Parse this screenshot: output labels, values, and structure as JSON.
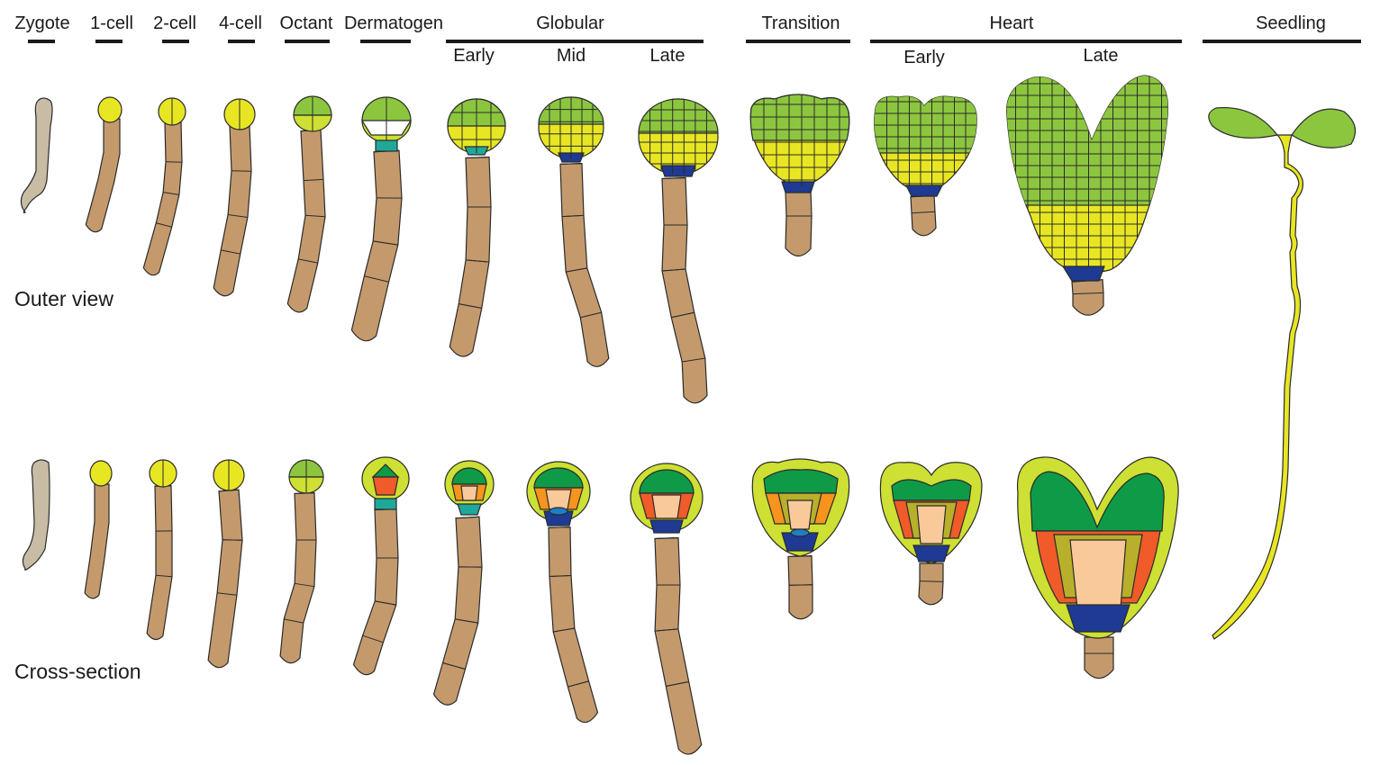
{
  "stages": [
    {
      "id": "zygote",
      "label": "Zygote"
    },
    {
      "id": "1-cell",
      "label": "1-cell"
    },
    {
      "id": "2-cell",
      "label": "2-cell"
    },
    {
      "id": "4-cell",
      "label": "4-cell"
    },
    {
      "id": "octant",
      "label": "Octant"
    },
    {
      "id": "dermatogen",
      "label": "Dermatogen"
    },
    {
      "id": "globular",
      "label": "Globular"
    },
    {
      "id": "transition",
      "label": "Transition"
    },
    {
      "id": "heart",
      "label": "Heart"
    },
    {
      "id": "seedling",
      "label": "Seedling"
    }
  ],
  "substages": {
    "globular_early": "Early",
    "globular_mid": "Mid",
    "globular_late": "Late",
    "heart_early": "Early",
    "heart_late": "Late"
  },
  "rows": {
    "outer": "Outer view",
    "cross": "Cross-section"
  },
  "colors": {
    "zygote": "#c8bca4",
    "suspensor": "#c49a6c",
    "light_green": "#8cc63f",
    "yellow": "#e8e623",
    "yellow_green": "#cde033",
    "teal": "#1fa89a",
    "dark_blue": "#1f3a93",
    "mid_blue": "#1e7fc8",
    "dark_green": "#0f9a48",
    "orange": "#f7941d",
    "red_orange": "#f15a29",
    "peach": "#f9c99a",
    "olive": "#b8b02a"
  }
}
